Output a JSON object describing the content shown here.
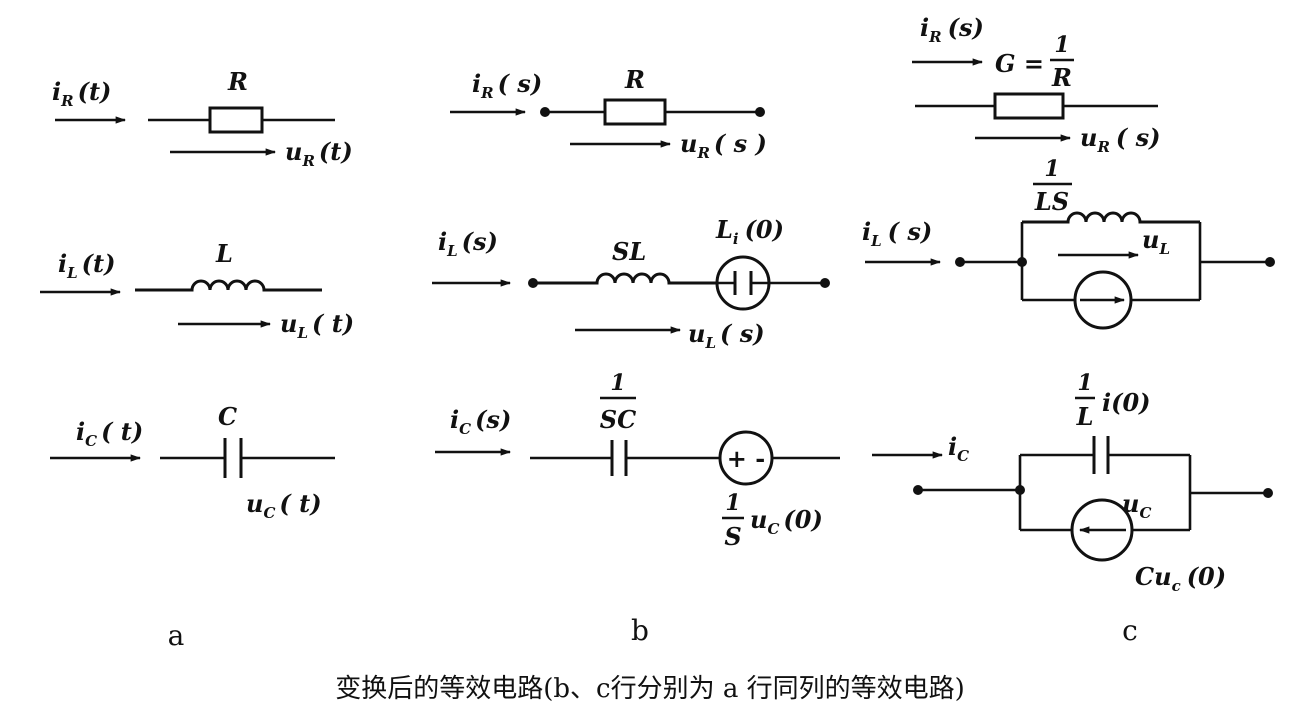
{
  "caption": "变换后的等效电路(b、c行分别为 a 行同列的等效电路)",
  "columns": {
    "a": "a",
    "b": "b",
    "c": "c"
  },
  "col_a": {
    "r_current": "i",
    "r_current_sub": "R",
    "r_current_arg": "(t)",
    "r_name": "R",
    "r_voltage": "u",
    "r_voltage_sub": "R",
    "r_voltage_arg": "(t)",
    "l_current": "i",
    "l_current_sub": "L",
    "l_current_arg": "(t)",
    "l_name": "L",
    "l_voltage": "u",
    "l_voltage_sub": "L",
    "l_voltage_arg": "( t)",
    "c_current": "i",
    "c_current_sub": "C",
    "c_current_arg": "( t)",
    "c_name": "C",
    "c_voltage": "u",
    "c_voltage_sub": "C",
    "c_voltage_arg": "( t)"
  },
  "col_b": {
    "r_current": "i",
    "r_current_sub": "R",
    "r_current_arg": "( s)",
    "r_name": "R",
    "r_voltage": "u",
    "r_voltage_sub": "R",
    "r_voltage_arg": "( s )",
    "l_current": "i",
    "l_current_sub": "L",
    "l_current_arg": "(s)",
    "l_impedance": "SL",
    "l_source": "L",
    "l_source_sub": "i",
    "l_source_arg": "(0)",
    "l_voltage": "u",
    "l_voltage_sub": "L",
    "l_voltage_arg": "( s)",
    "c_current": "i",
    "c_current_sub": "C",
    "c_current_arg": "(s)",
    "c_imp_num": "1",
    "c_imp_den": "SC",
    "c_source_num": "1",
    "c_source_den": "S",
    "c_source_expr": "u",
    "c_source_sub": "C",
    "c_source_arg": "(0)",
    "c_source_sign": "+ -"
  },
  "col_c": {
    "r_current": "i",
    "r_current_sub": "R",
    "r_current_arg": "(s)",
    "g_lhs": "G =",
    "g_num": "1",
    "g_den": "R",
    "r_voltage": "u",
    "r_voltage_sub": "R",
    "r_voltage_arg": "( s)",
    "l_current": "i",
    "l_current_sub": "L",
    "l_current_arg": "( s)",
    "l_adm_num": "1",
    "l_adm_den": "LS",
    "l_voltage": "u",
    "l_voltage_sub": "L",
    "c_current": "i",
    "c_current_sub": "C",
    "c_src_num": "1",
    "c_src_den": "L",
    "c_src_expr": "i(0)",
    "c_voltage": "u",
    "c_voltage_sub": "C",
    "c_source": "Cu",
    "c_source_sub": "c",
    "c_source_arg": "(0)"
  }
}
